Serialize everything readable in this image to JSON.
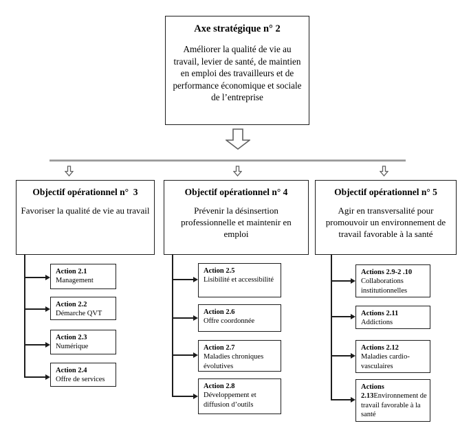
{
  "colors": {
    "text": "#000000",
    "box_border": "#1c1c1c",
    "connector": "#1c1c1c",
    "separator_top": "#c2c2c2",
    "separator_bottom": "#7d7d7d",
    "arrow_outline": "#5f5f5f",
    "background": "#ffffff"
  },
  "root": {
    "title": "Axe stratégique n° 2",
    "body": "Améliorer la qualité de vie au travail, levier de santé, de maintien en emploi des travailleurs et de performance économique et sociale de l’entreprise"
  },
  "columns": [
    {
      "objective": {
        "title": "Objectif opérationnel n°  3",
        "body": "Favoriser la qualité de vie au travail"
      },
      "actions": [
        {
          "title": "Action 2.1",
          "subtitle": "Management"
        },
        {
          "title": "Action 2.2",
          "subtitle": "Démarche QVT"
        },
        {
          "title": "Action 2.3",
          "subtitle": "Numérique"
        },
        {
          "title": "Action 2.4",
          "subtitle": "Offre de services"
        }
      ]
    },
    {
      "objective": {
        "title": "Objectif opérationnel n° 4",
        "body": "Prévenir la désinsertion professionnelle et maintenir en emploi"
      },
      "actions": [
        {
          "title": "Action 2.5",
          "subtitle": "Lisibilité et accessibilité"
        },
        {
          "title": "Action 2.6",
          "subtitle": "Offre coordonnée"
        },
        {
          "title": "Action 2.7",
          "subtitle": "Maladies chroniques évolutives"
        },
        {
          "title": "Action 2.8",
          "subtitle": "Développement et diffusion d’outils"
        }
      ]
    },
    {
      "objective": {
        "title": "Objectif opérationnel n° 5",
        "body": "Agir en transversalité pour promouvoir un environnement de travail favorable à la santé"
      },
      "actions": [
        {
          "title": "Actions 2.9-2 .10",
          "subtitle": "Collaborations institutionnelles"
        },
        {
          "title": "Actions 2.11",
          "subtitle": "Addictions"
        },
        {
          "title": "Actions 2.12",
          "subtitle": "Maladies cardio-vasculaires"
        },
        {
          "title": "Actions 2.13",
          "subtitle": "Environnement de travail favorable à la santé"
        }
      ]
    }
  ]
}
